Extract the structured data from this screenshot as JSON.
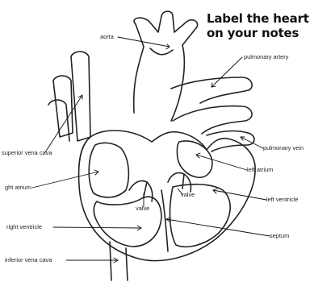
{
  "title": {
    "line1": "Label the heart",
    "line2": "on your notes"
  },
  "labels": {
    "aorta": "aorta",
    "pulmonary_artery": "pulmonary artery",
    "pulmonary_vein": "pulmonary vein",
    "superior_vena_cava": "superior vena cava",
    "left_atrium": "left atrium",
    "right_atrium": "ght atrium",
    "valve_left": "valve",
    "valve_right": "valve",
    "left_ventricle": "left ventricle",
    "right_ventricle": "right ventricle",
    "septum": "septum",
    "inferior_vena_cava": "inferior vena cava"
  },
  "colors": {
    "ink": "#222222",
    "background": "#ffffff"
  }
}
